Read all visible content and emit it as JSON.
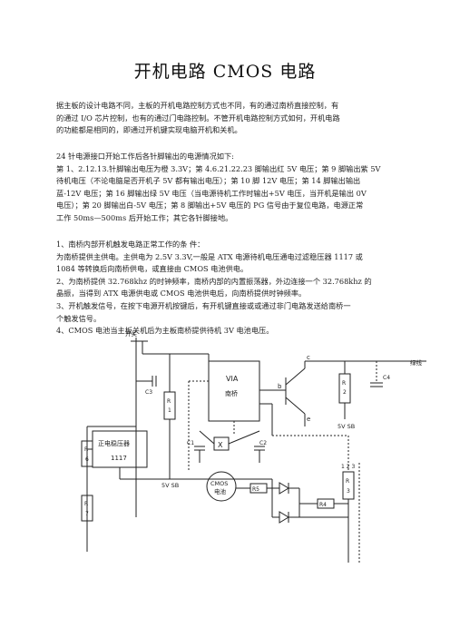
{
  "document": {
    "title": "开机电路 CMOS 电路",
    "intro": [
      "据主板的设计电路不同，主板的开机电路控制方式也不同，有的通过南桥直接控制，有",
      "的通过 I/O 芯片控制，也有的通过门电路控制。不管开机电路控制方式如何，开机电路",
      "的功能都是相同的，即通过开机键实现电脑开机和关机。"
    ],
    "power_section": [
      "24 针电源接口开始工作后各针脚输出的电源情况如下:",
      "第 1、2.12.13.针脚输出电压为橙 3.3V；第 4.6.21.22.23 脚输出红 5V 电压；第 9 脚输出紫 5V",
      "待机电压（不论电脑是否开机子 5V 都有输出电压）；第 10 脚 12V 电压；第 14 脚输出输出",
      "蓝-12V 电压；第 16 脚输出绿 5V 电压（当电源待机工作时输出+5V 电压，当开机是输出 0V",
      "电压）；第 20 脚输出白-5V 电压；第 8 脚输出+5V 电压的 PG 信号由于复位电路，电源正常",
      "工作 50ms—500ms 后开始工作；其它各针脚接地。"
    ],
    "conditions": [
      "1、南桥内部开机触发电路正常工作的条 件：",
      "为南桥提供主供电。主供电为 2.5V 3.3V,一般是 ATX 电源待机电压通电过滤稳压器 1117 或",
      "1084 等转换后向南桥供电，或直接由 CMOS 电池供电。",
      "2、为南桥提供 32.768khz 的时钟频率，南桥内部的内置振荡器，外边连接一个 32.768khz 的",
      "晶振，当得到 ATX 电源供电或 CMOS 电池供电后，向南桥提供时钟频率。",
      "3、开机触发信号，在按下电源开机按键后，有开机键直接或或通过非门电路发送给南桥一",
      "个触发信号。",
      "4、CMOS 电池当主板关机后为主板南桥提供待机 3V 电池电压。"
    ]
  },
  "schematic": {
    "label_top": "开关",
    "label_right": "绿线",
    "via_line1": "VIA",
    "via_line2": "南桥",
    "regulator_line1": "正电稳压器",
    "regulator_line2": "1117",
    "cmos_line1": "CMOS",
    "cmos_line2": "电池",
    "crystal": "X",
    "r1a": "R",
    "r1b": "1",
    "r2a": "R",
    "r2b": "2",
    "r6a": "R",
    "r6b": "6",
    "r7a": "R",
    "r7b": "7",
    "r3a": "R",
    "r3b": "3",
    "r4": "R4",
    "r5": "R5",
    "c1": "C1",
    "c2": "C2",
    "c3": "C3",
    "c4": "C4",
    "c_lbl": "c",
    "b_lbl": "b",
    "e_lbl": "e",
    "vsb_left": "5V SB",
    "vsb_right": "5V SB",
    "switch_top": "1 2 3"
  }
}
